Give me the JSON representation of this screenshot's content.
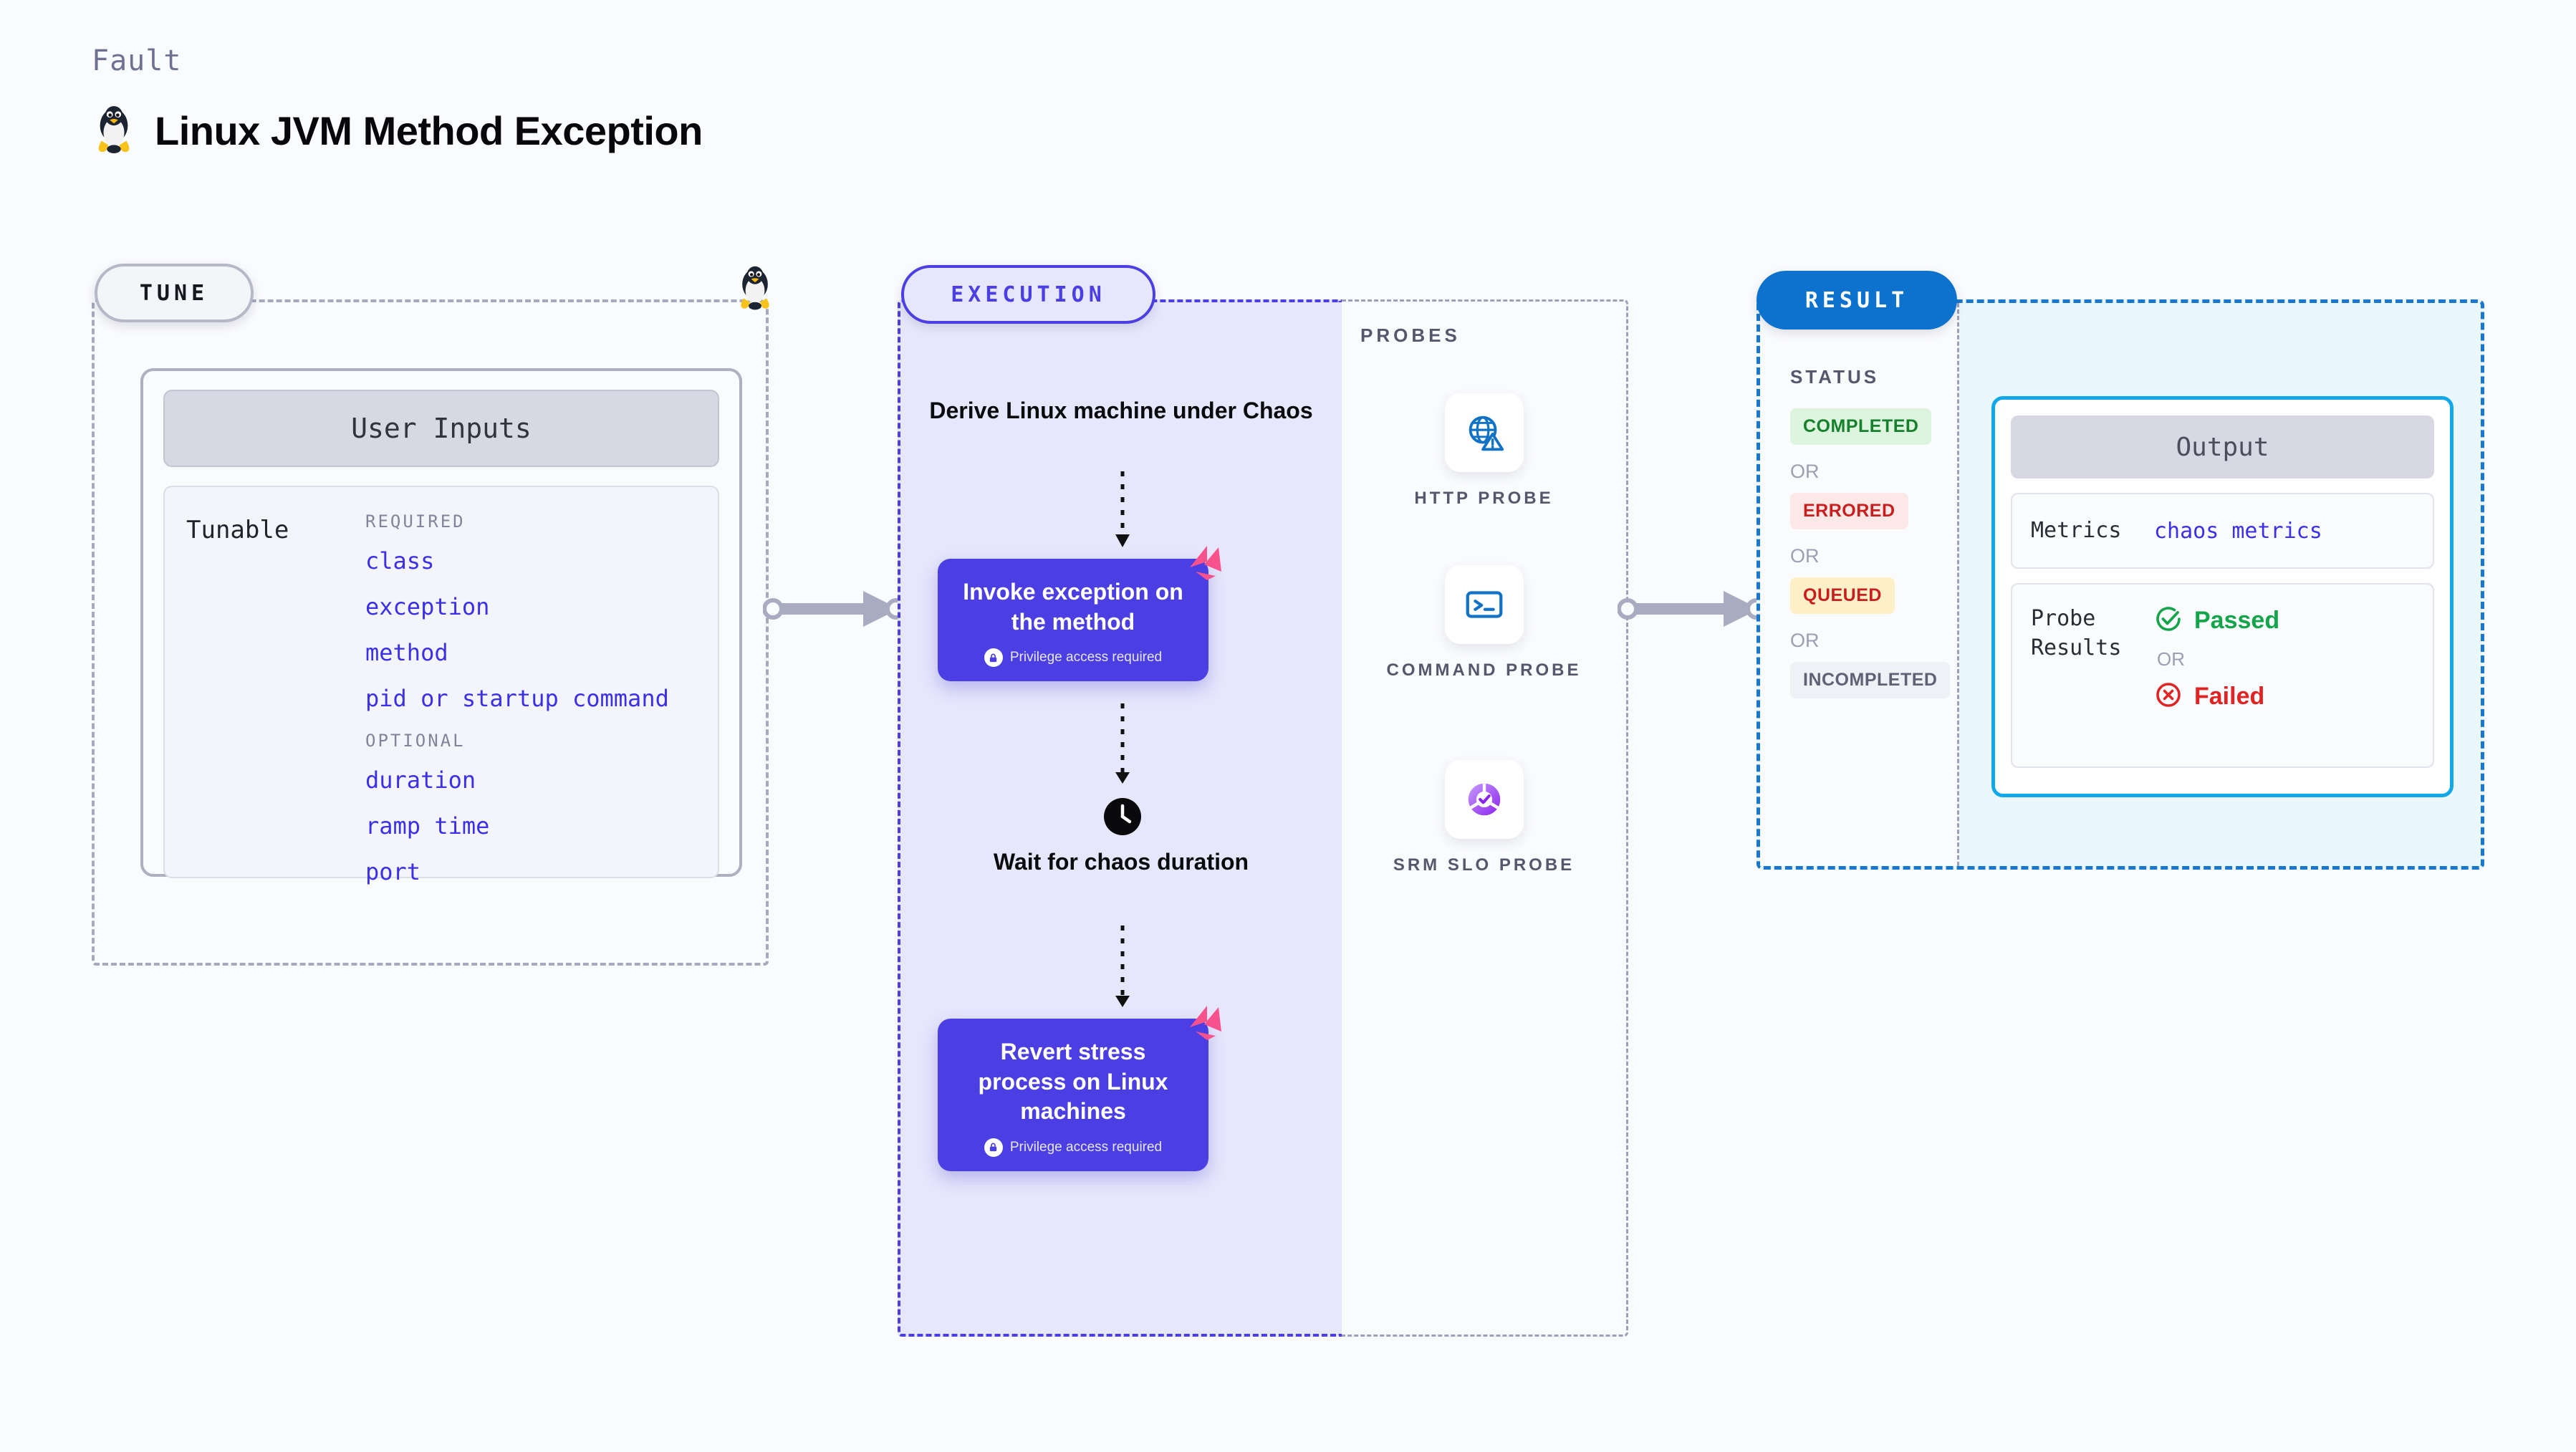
{
  "header": {
    "eyebrow": "Fault",
    "title": "Linux JVM Method Exception",
    "icon": "linux-tux-icon"
  },
  "tune": {
    "badge": "TUNE",
    "border_icon": "linux-tux-icon",
    "user_inputs_title": "User Inputs",
    "tunable_label": "Tunable",
    "groups": [
      {
        "heading": "REQUIRED",
        "items": [
          "class",
          "exception",
          "method",
          "pid or startup command"
        ]
      },
      {
        "heading": "OPTIONAL",
        "items": [
          "duration",
          "ramp time",
          "port"
        ]
      }
    ]
  },
  "execution": {
    "badge": "EXECUTION",
    "step_derive": "Derive Linux machine under Chaos",
    "card_invoke": {
      "title": "Invoke exception on the method",
      "privilege": "Privilege access required",
      "marker": "fault-marker-icon"
    },
    "step_wait": "Wait for chaos duration",
    "wait_icon": "clock-icon",
    "card_revert": {
      "title": "Revert stress process on Linux machines",
      "privilege": "Privilege access required",
      "marker": "fault-marker-icon"
    }
  },
  "probes": {
    "label": "PROBES",
    "items": [
      {
        "caption": "HTTP PROBE",
        "icon": "globe-warning-icon"
      },
      {
        "caption": "COMMAND PROBE",
        "icon": "terminal-icon"
      },
      {
        "caption": "SRM SLO PROBE",
        "icon": "slo-donut-check-icon"
      }
    ]
  },
  "result": {
    "badge": "RESULT",
    "status_label": "STATUS",
    "or": "OR",
    "statuses": [
      {
        "text": "COMPLETED",
        "bg": "#DDF5DF",
        "fg": "#16802C"
      },
      {
        "text": "ERRORED",
        "bg": "#FDE8E8",
        "fg": "#C81E1E"
      },
      {
        "text": "QUEUED",
        "bg": "#FDF0C8",
        "fg": "#C81E1E"
      },
      {
        "text": "INCOMPLETED",
        "bg": "#F0F1F6",
        "fg": "#5F6175"
      }
    ],
    "output": {
      "title": "Output",
      "metrics_key": "Metrics",
      "metrics_value": "chaos metrics",
      "probe_results_key": "Probe Results",
      "passed": "Passed",
      "failed": "Failed",
      "or": "OR"
    }
  },
  "colors": {
    "purple": "#4B3FE4",
    "blue": "#0D72CE",
    "cyan": "#12A8E8",
    "pink": "#F8528D",
    "green": "#12A54A",
    "red": "#E02424"
  }
}
